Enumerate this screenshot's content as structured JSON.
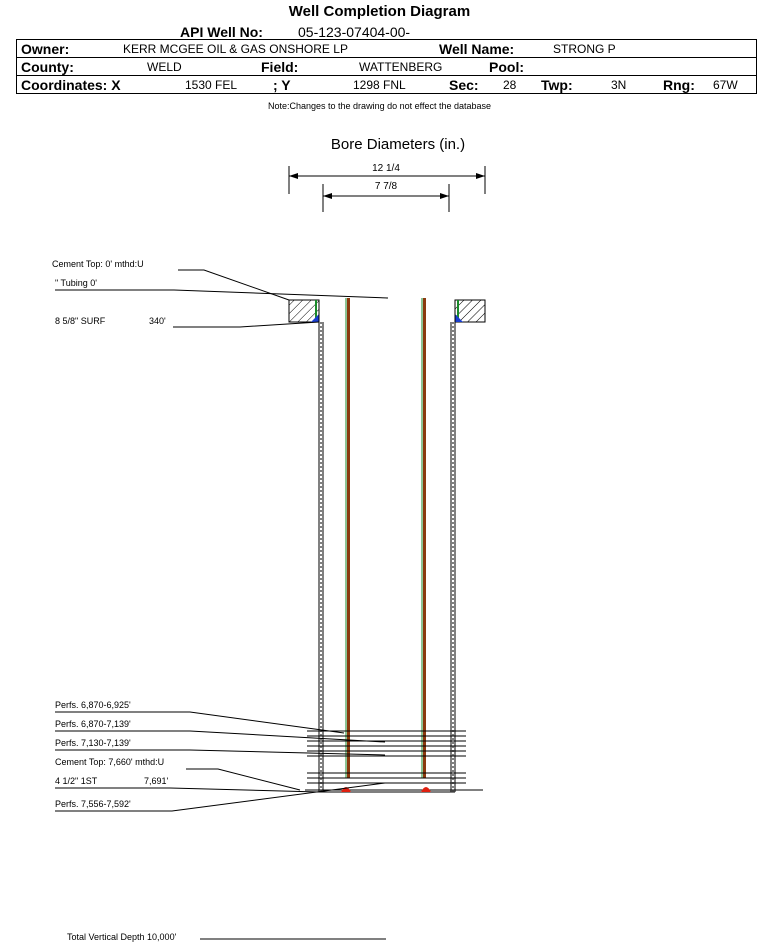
{
  "header": {
    "title": "Well Completion Diagram",
    "api_label": "API Well No:",
    "api_value": "05-123-07404-00-",
    "owner_label": "Owner:",
    "owner_value": "KERR MCGEE OIL & GAS ONSHORE LP",
    "wellname_label": "Well Name:",
    "wellname_value": "STRONG P",
    "county_label": "County:",
    "county_value": "WELD",
    "field_label": "Field:",
    "field_value": "WATTENBERG",
    "pool_label": "Pool:",
    "pool_value": "",
    "coordx_label": "Coordinates: X",
    "coordx_value": "1530 FEL",
    "coordy_label": "; Y",
    "coordy_value": "1298 FNL",
    "sec_label": "Sec:",
    "sec_value": "28",
    "twp_label": "Twp:",
    "twp_value": "3N",
    "rng_label": "Rng:",
    "rng_value": "67W"
  },
  "note": "Note:Changes to the drawing do not effect the database",
  "diagram": {
    "bore_title": "Bore Diameters (in.)",
    "bore_outer": "12 1/4",
    "bore_inner": "7 7/8",
    "labels": {
      "cement_top_surface": "Cement Top: 0' mthd:U",
      "tubing": "\" Tubing 0'",
      "surface_casing": "8 5/8\" SURF",
      "surface_casing_depth": "340'",
      "perfs_1": "Perfs. 6,870-6,925'",
      "perfs_2": "Perfs. 6,870-7,139'",
      "perfs_3": "Perfs. 7,130-7,139'",
      "cement_top_prod": "Cement Top: 7,660' mthd:U",
      "prod_casing": "4 1/2\" 1ST",
      "prod_casing_depth": "7,691'",
      "perfs_4": "Perfs. 7,556-7,592'",
      "tvd": "Total Vertical Depth 10,000'"
    },
    "colors": {
      "tubing": "#8b3a0f",
      "tubing_edge": "#1a8a2a",
      "cement_fill": "#1a3fd0",
      "bottom_marker": "#e02010"
    }
  }
}
